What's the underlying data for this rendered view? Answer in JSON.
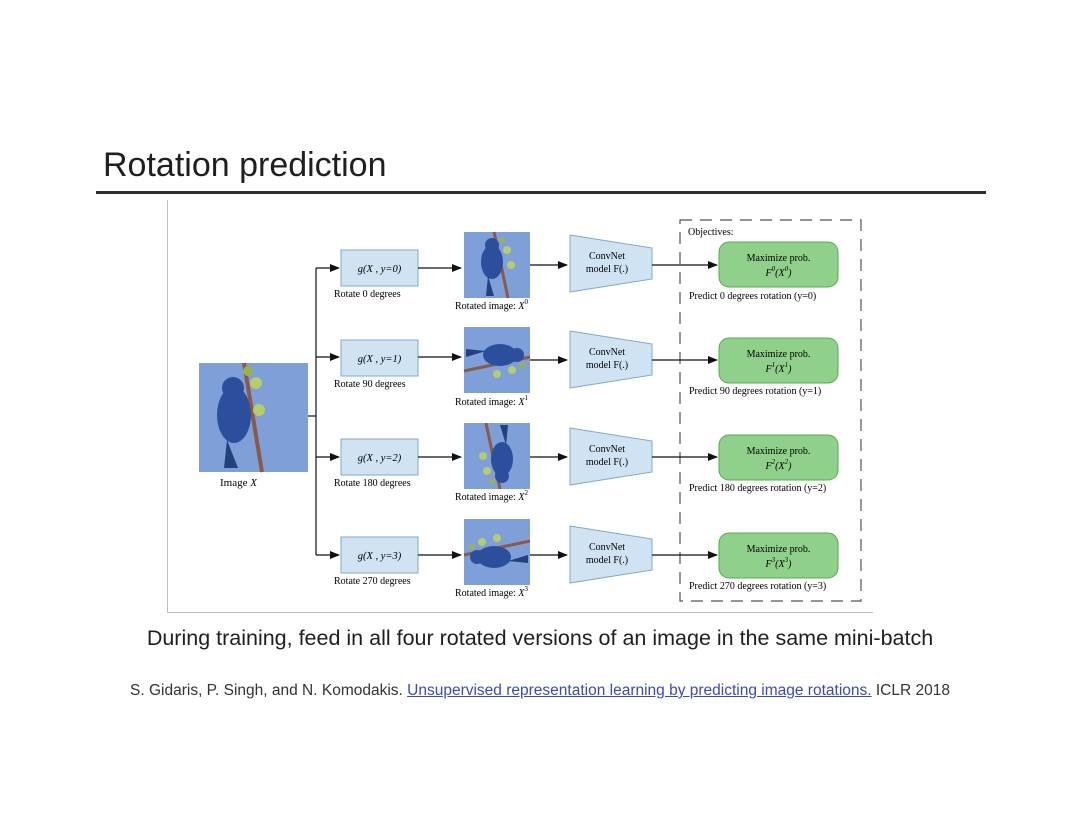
{
  "slide": {
    "title": "Rotation prediction",
    "caption": "During training, feed in all four rotated versions of an image in the same mini-batch",
    "citation": {
      "authors": "S. Gidaris, P. Singh, and N. Komodakis.",
      "link_text": "Unsupervised representation learning by predicting image rotations.",
      "venue": "ICLR 2018"
    }
  },
  "diagram": {
    "input_label": "Image",
    "input_var": "X",
    "objectives_label": "Objectives:",
    "rows": [
      {
        "transform": "g(X , y=0)",
        "rotate_label": "Rotate 0 degrees",
        "rotated_label": "Rotated image:",
        "rotated_var": "X",
        "rotated_sup": "0",
        "model_line1": "ConvNet",
        "model_line2": "model F(.)",
        "obj_line1": "Maximize prob.",
        "obj_func": "F",
        "obj_sup": "0",
        "obj_arg": "(X",
        "obj_arg_sup": "0",
        "obj_close": ")",
        "predict_label": "Predict 0 degrees rotation (y=0)"
      },
      {
        "transform": "g(X , y=1)",
        "rotate_label": "Rotate 90 degrees",
        "rotated_label": "Rotated image:",
        "rotated_var": "X",
        "rotated_sup": "1",
        "model_line1": "ConvNet",
        "model_line2": "model F(.)",
        "obj_line1": "Maximize prob.",
        "obj_func": "F",
        "obj_sup": "1",
        "obj_arg": "(X",
        "obj_arg_sup": "1",
        "obj_close": ")",
        "predict_label": "Predict 90 degrees rotation (y=1)"
      },
      {
        "transform": "g(X , y=2)",
        "rotate_label": "Rotate 180 degrees",
        "rotated_label": "Rotated image:",
        "rotated_var": "X",
        "rotated_sup": "2",
        "model_line1": "ConvNet",
        "model_line2": "model F(.)",
        "obj_line1": "Maximize prob.",
        "obj_func": "F",
        "obj_sup": "2",
        "obj_arg": "(X",
        "obj_arg_sup": "2",
        "obj_close": ")",
        "predict_label": "Predict 180 degrees rotation (y=2)"
      },
      {
        "transform": "g(X , y=3)",
        "rotate_label": "Rotate 270 degrees",
        "rotated_label": "Rotated image:",
        "rotated_var": "X",
        "rotated_sup": "3",
        "model_line1": "ConvNet",
        "model_line2": "model F(.)",
        "obj_line1": "Maximize prob.",
        "obj_func": "F",
        "obj_sup": "3",
        "obj_arg": "(X",
        "obj_arg_sup": "3",
        "obj_close": ")",
        "predict_label": "Predict 270 degrees rotation (y=3)"
      }
    ]
  },
  "colors": {
    "transform_fill": "#cfe3f3",
    "transform_stroke": "#7fa9cc",
    "model_fill": "#cfe3f3",
    "objective_fill": "#8fd08a",
    "objective_stroke": "#5aa955",
    "photo_sky": "#7f9fd8",
    "bird": "#2b4f9c",
    "link": "#3b49b8"
  },
  "icons": [
    "bird-photo"
  ]
}
